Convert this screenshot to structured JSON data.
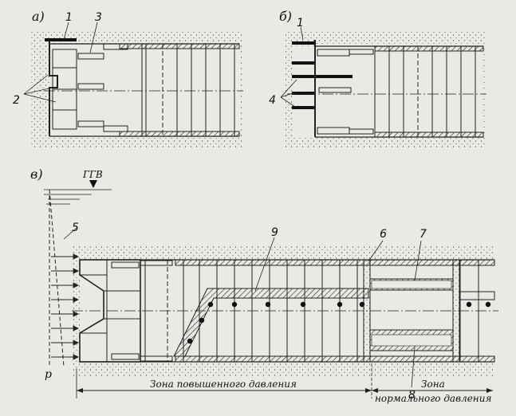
{
  "panels": {
    "a": "а)",
    "b": "б)",
    "v": "в)"
  },
  "callouts": {
    "n1a": "1",
    "n3": "3",
    "n2": "2",
    "n1b": "1",
    "n4": "4",
    "n5": "5",
    "n6": "6",
    "n7": "7",
    "n8": "8",
    "n9": "9"
  },
  "labels": {
    "ggv": "ГГВ",
    "p": "p",
    "zone_high": "Зона повышенного давления",
    "zone_normal_1": "Зона",
    "zone_normal_2": "нормального давления"
  },
  "colors": {
    "ink": "#1a1a1a",
    "paper": "#e9e9e6"
  }
}
